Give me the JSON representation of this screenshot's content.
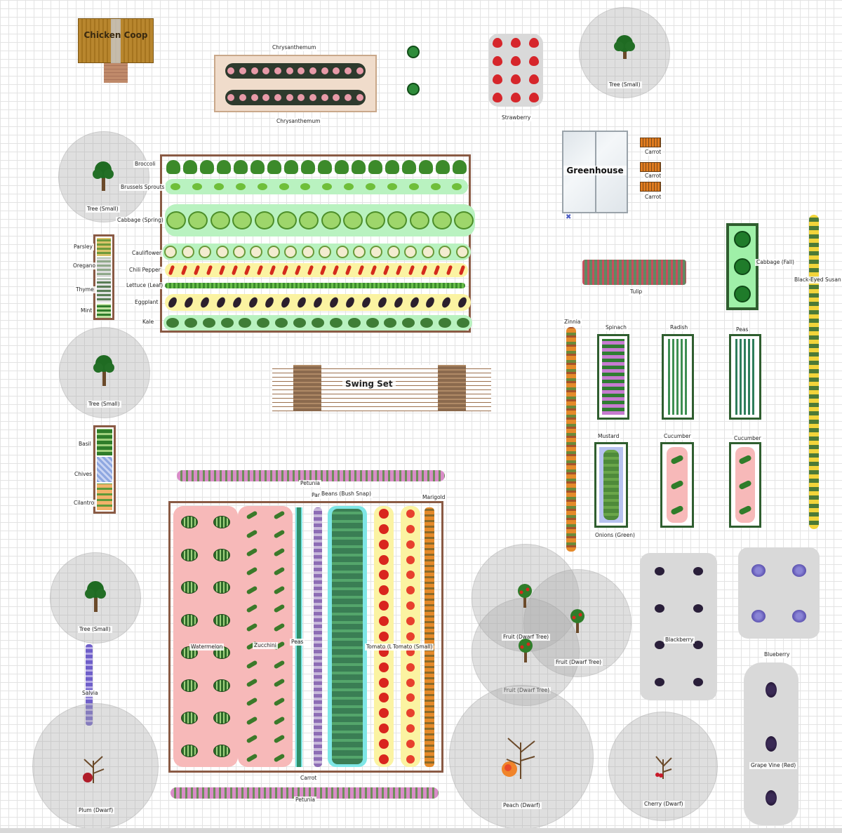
{
  "labels": {
    "chicken_coop": "Chicken Coop",
    "chrysanthemum_top": "Chrysanthemum",
    "chrysanthemum_bottom": "Chrysanthemum",
    "strawberry": "Strawberry",
    "tree_small_1": "Tree (Small)",
    "tree_small_2": "Tree (Small)",
    "tree_small_3": "Tree (Small)",
    "tree_small_4": "Tree (Small)",
    "broccoli": "Broccoli",
    "brussels_sprouts": "Brussels Sprouts",
    "cabbage_spring": "Cabbage (Spring)",
    "cauliflower": "Cauliflower",
    "chili_pepper": "Chili Pepper",
    "lettuce_leaf": "Lettuce (Leaf)",
    "eggplant": "Eggplant",
    "kale": "Kale",
    "parsley": "Parsley",
    "oregano": "Oregano",
    "thyme": "Thyme",
    "mint": "Mint",
    "greenhouse": "Greenhouse",
    "carrot_1": "Carrot",
    "carrot_2": "Carrot",
    "carrot_3": "Carrot",
    "carrot_bottom": "Carrot",
    "cabbage_fall": "Cabbage (Fall)",
    "black_eyed_susan": "Black-Eyed Susan",
    "tulip": "Tulip",
    "zinnia": "Zinnia",
    "spinach": "Spinach",
    "radish": "Radish",
    "peas_right": "Peas",
    "mustard": "Mustard",
    "cucumber_1": "Cucumber",
    "cucumber_2": "Cucumber",
    "onions_green": "Onions (Green)",
    "swing_set": "Swing Set",
    "basil": "Basil",
    "chives": "Chives",
    "cilantro": "Cilantro",
    "petunia_top": "Petunia",
    "petunia_bottom": "Petunia",
    "pansy": "Pan",
    "beans_bush_snap": "Beans (Bush Snap)",
    "marigold": "Marigold",
    "watermelon": "Watermelon",
    "zucchini": "Zucchini",
    "peas_left": "Peas",
    "tomato": "Tomato (La",
    "tomato_small": "Tomato (Small)",
    "salvia": "Salvia",
    "plum_dwarf": "Plum (Dwarf)",
    "fruit_dwarf_1": "Fruit (Dwarf Tree)",
    "fruit_dwarf_2": "Fruit (Dwarf Tree)",
    "fruit_dwarf_3": "Fruit (Dwarf Tree)",
    "peach_dwarf": "Peach (Dwarf)",
    "cherry_dwarf": "Cherry (Dwarf)",
    "blackberry": "Blackberry",
    "blueberry": "Blueberry",
    "grape_vine_red": "Grape Vine (Red)"
  },
  "icons": {
    "tree": "tree-icon",
    "broccoli": "broccoli-icon",
    "cabbage": "cabbage-icon",
    "strawberry": "strawberry-icon",
    "watermelon": "watermelon-icon",
    "zucchini": "zucchini-icon",
    "tomato": "tomato-icon",
    "eggplant": "eggplant-icon",
    "blackberry": "blackberry-icon",
    "grape": "grape-icon",
    "carrot": "carrot-icon",
    "flower": "flower-icon"
  },
  "colors": {
    "bed_border": "#8a5a44",
    "frame_green": "#2f5e2f",
    "tree_circle": "#aaaaaa",
    "pink_band": "#f7b9b9",
    "green_band": "#b9f2c0",
    "yellow_band": "#fbf3a2",
    "teal_band": "#7ee6e6"
  }
}
